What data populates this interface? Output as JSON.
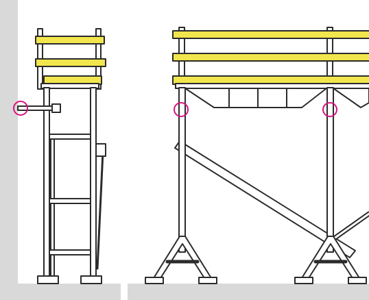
{
  "colors": {
    "background": "#ffffff",
    "wall": "#d9d9d9",
    "ground": "#d9d9d9",
    "outline": "#2b2b2b",
    "guardrail": "#f2e64e",
    "marker": "#d6127e"
  },
  "figure": {
    "views": [
      {
        "id": "side-view",
        "connection_markers": 1
      },
      {
        "id": "front-view",
        "connection_markers": 2
      }
    ]
  }
}
